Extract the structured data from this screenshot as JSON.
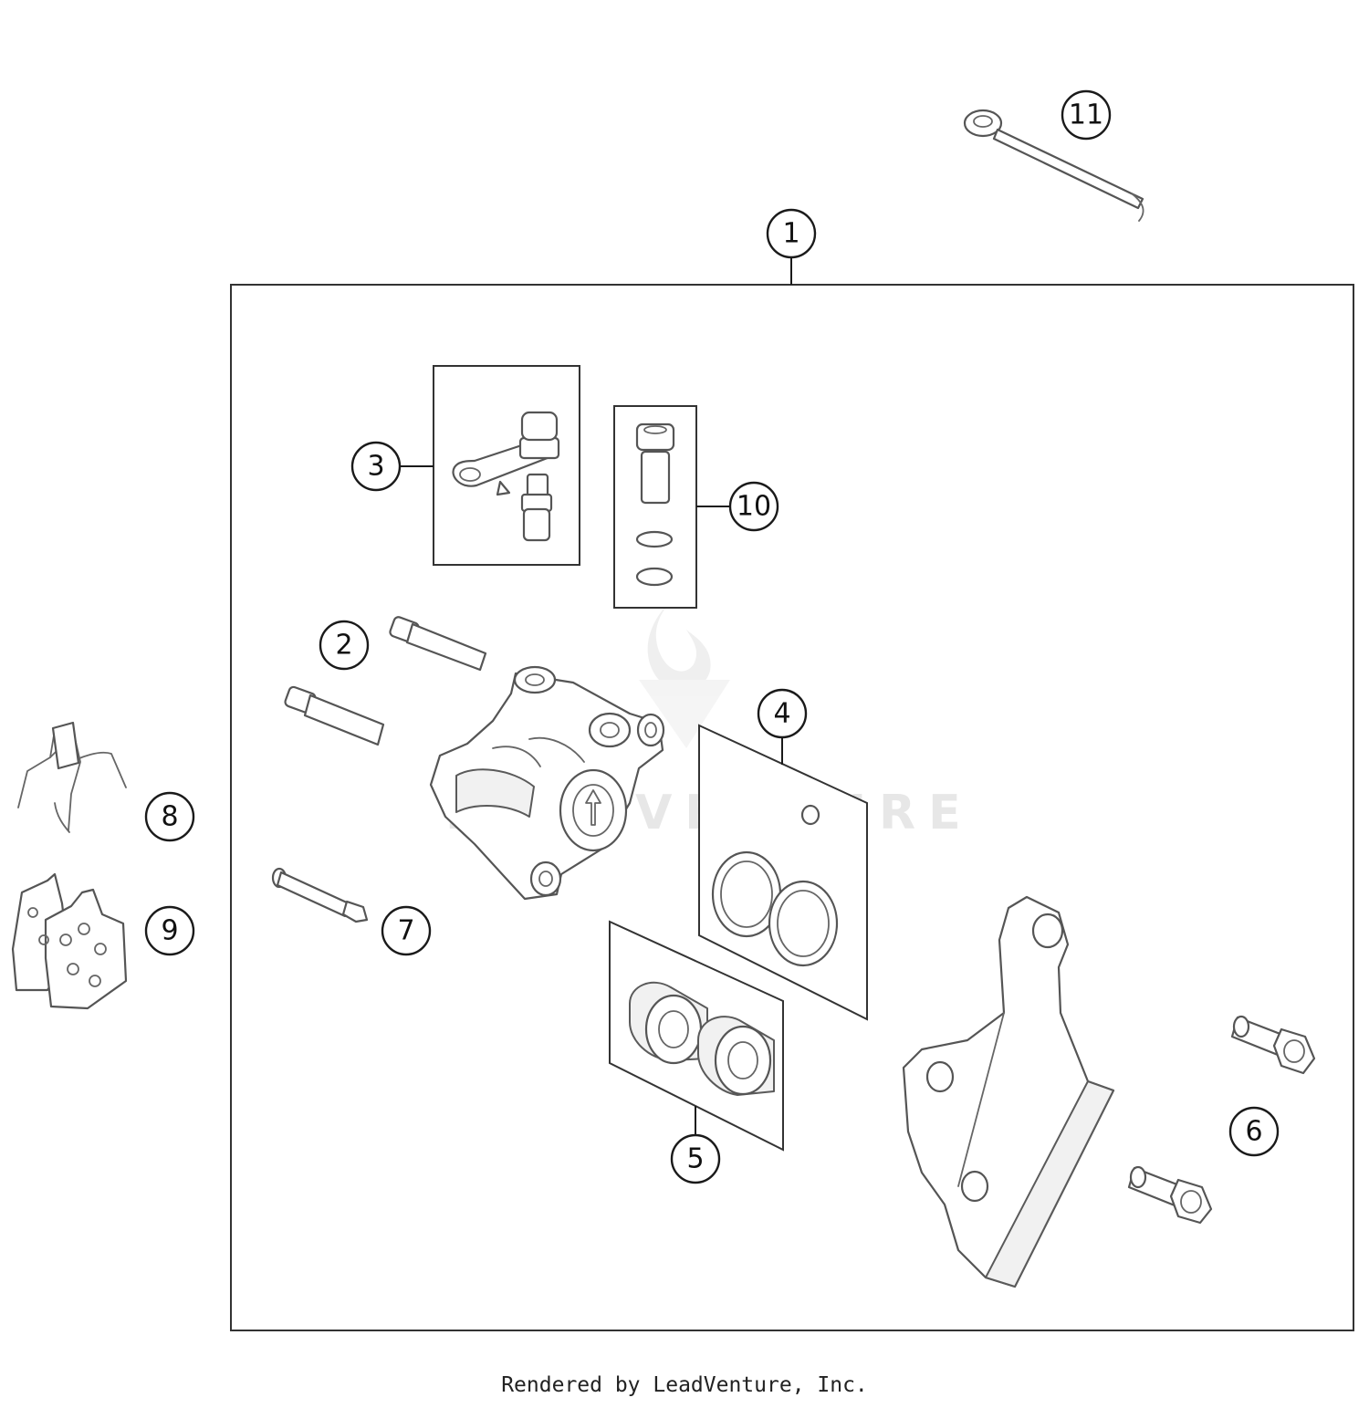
{
  "callouts": {
    "c1": "1",
    "c2": "2",
    "c3": "3",
    "c4": "4",
    "c5": "5",
    "c6": "6",
    "c7": "7",
    "c8": "8",
    "c9": "9",
    "c10": "10",
    "c11": "11"
  },
  "watermark": {
    "text": "LEADVENTURE"
  },
  "footer": {
    "credit": "Rendered by LeadVenture, Inc."
  },
  "colors": {
    "line": "#333333",
    "watermark": "#e7e7e7"
  }
}
